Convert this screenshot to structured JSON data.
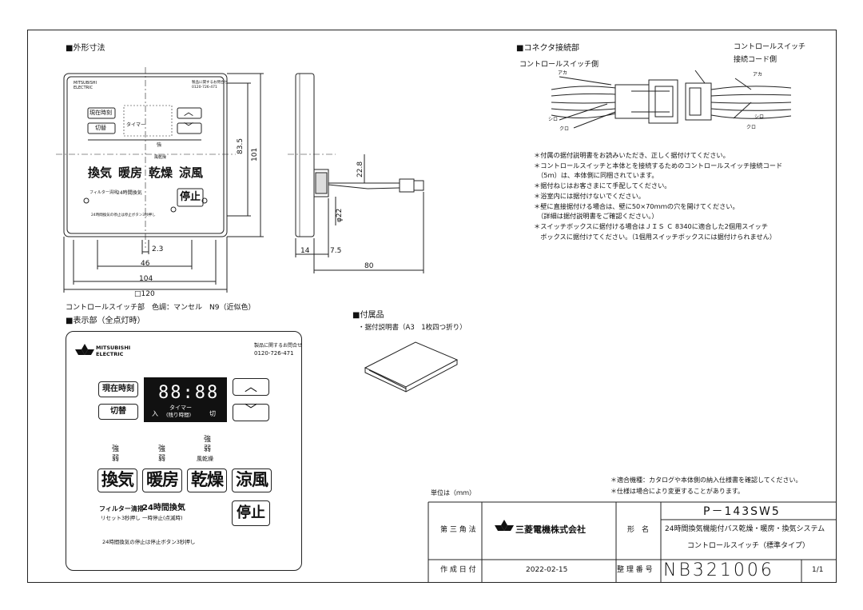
{
  "sections": {
    "outline": "■外形寸法",
    "connector": "■コネクタ接続部",
    "display": "■表示部（全点灯時）",
    "accessory": "■付属品"
  },
  "outline": {
    "caption": "コントロールスイッチ部　色調：マンセル　N9（近似色）",
    "dims": {
      "d2_3": "2.3",
      "d46": "46",
      "d104": "104",
      "d120": "□120",
      "d83_5": "83.5",
      "d101": "101",
      "d22_8": "22.8",
      "d22": "φ22",
      "d14": "14",
      "d7_5": "7.5",
      "d80": "80"
    }
  },
  "panel": {
    "brand_line1": "MITSUBISHI",
    "brand_line2": "ELECTRIC",
    "contact_line1": "製品に関するお問合せ",
    "contact_line2": "0120-726-471",
    "btn_clock": "現在時刻",
    "btn_switch": "切替",
    "display_time": "88:88",
    "timer_left": "入",
    "timer_label": "タイマー",
    "timer_sub": "(残り時間)",
    "timer_right": "切",
    "level_strong": "強",
    "level_weak": "弱",
    "level_wind": "風乾燥",
    "modes": [
      "換気",
      "暖房",
      "乾燥",
      "涼風"
    ],
    "btn_stop": "停止",
    "filter_label": "フィルター清掃",
    "filter_sub": "リセット3秒押し",
    "vent24_label": "24時間換気",
    "vent24_sub": "一時停止(点滅時)",
    "footnote": "24時間換気の停止は停止ボタン3秒押し"
  },
  "connector": {
    "label_switch_side": "コントロールスイッチ側",
    "label_cord_side_1": "コントロールスイッチ",
    "label_cord_side_2": "接続コード側",
    "wire_red": "アカ",
    "wire_white": "シロ",
    "wire_black": "クロ"
  },
  "notes": [
    "＊付属の据付説明書をお読みいただき、正しく据付けてください。",
    "＊コントロールスイッチと本体とを接続するためのコントロールスイッチ接続コード",
    "　（5ｍ）は、本体側に同梱されています。",
    "＊据付ねじはお客さまにて手配してください。",
    "＊浴室内には据付けないでください。",
    "＊壁に直接据付ける場合は、壁に50×70ｍｍの穴を開けてください。",
    "　（詳細は据付説明書をご確認ください。）",
    "＊スイッチボックスに据付ける場合はＪＩＳ Ｃ 8340に適合した2個用スイッチ",
    "　ボックスに据付けてください。（1個用スイッチボックスには据付けられません）"
  ],
  "accessory": {
    "item": "・据付説明書（A3　1枚四つ折り）"
  },
  "footer_notes": [
    "＊適合機種：カタログや本体側の納入仕様書を確認してください。",
    "＊仕様は場合により変更することがあります。"
  ],
  "title_block": {
    "unit": "単位は（ｍｍ）",
    "projection": "第 三 角 法",
    "company": "三菱電機株式会社",
    "model_label": "形　名",
    "model": "P－143SW5",
    "desc1": "24時間換気機能付バス乾燥・暖房・換気システム",
    "desc2": "コントロールスイッチ（標準タイプ）",
    "date_label": "作 成 日 付",
    "date": "2022-02-15",
    "ref_label": "整 理 番 号",
    "ref": "NB321006",
    "page": "1/1"
  }
}
